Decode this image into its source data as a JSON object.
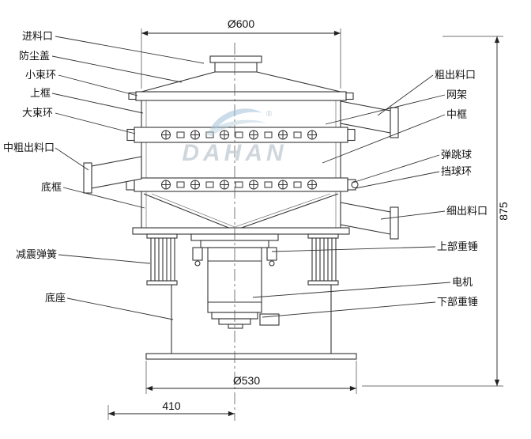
{
  "drawing": {
    "watermark": {
      "brand": "DAHAN",
      "registered": "®"
    },
    "dims": {
      "top_diameter": "Ø600",
      "bottom_diameter": "Ø530",
      "base_offset": "410",
      "overall_height": "875"
    },
    "labels_left": [
      {
        "id": "feed-inlet",
        "text": "进料口"
      },
      {
        "id": "dust-cover",
        "text": "防尘盖"
      },
      {
        "id": "small-clamp-ring",
        "text": "小束环"
      },
      {
        "id": "upper-frame",
        "text": "上框"
      },
      {
        "id": "large-clamp-ring",
        "text": "大束环"
      },
      {
        "id": "mid-coarse-outlet",
        "text": "中粗出料口"
      },
      {
        "id": "bottom-frame",
        "text": "底框"
      },
      {
        "id": "damping-spring",
        "text": "减震弹簧"
      },
      {
        "id": "base",
        "text": "底座"
      }
    ],
    "labels_right": [
      {
        "id": "coarse-outlet",
        "text": "粗出料口"
      },
      {
        "id": "screen-frame",
        "text": "网架"
      },
      {
        "id": "middle-frame",
        "text": "中框"
      },
      {
        "id": "bouncing-ball",
        "text": "弹跳球"
      },
      {
        "id": "ball-stop-ring",
        "text": "挡球环"
      },
      {
        "id": "fine-outlet",
        "text": "细出料口"
      },
      {
        "id": "upper-weight",
        "text": "上部重锤"
      },
      {
        "id": "motor",
        "text": "电机"
      },
      {
        "id": "lower-weight",
        "text": "下部重锤"
      }
    ]
  }
}
